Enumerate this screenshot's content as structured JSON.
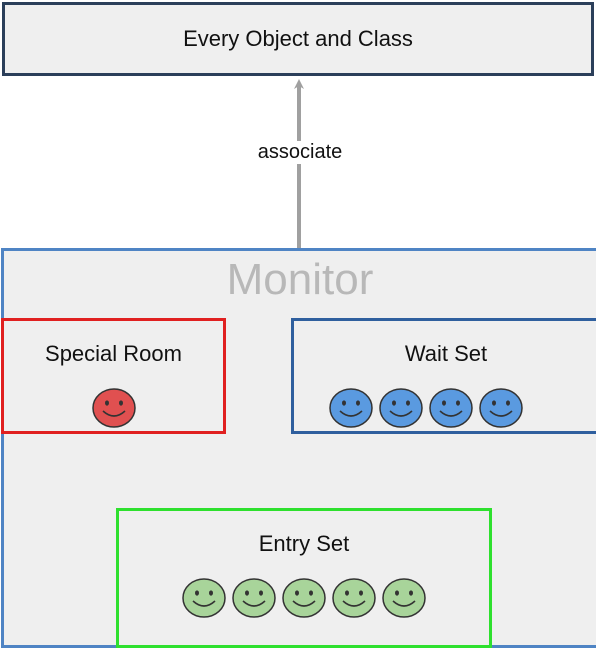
{
  "top_box": {
    "label": "Every Object and Class"
  },
  "connector": {
    "label": "associate"
  },
  "monitor": {
    "title": "Monitor"
  },
  "special_room": {
    "label": "Special Room",
    "count": 1,
    "color": "#e05050"
  },
  "wait_set": {
    "label": "Wait Set",
    "count": 4,
    "color": "#5a9ae0"
  },
  "entry_set": {
    "label": "Entry Set",
    "count": 5,
    "color": "#a8d49a"
  },
  "colors": {
    "top_border": "#2b3f5a",
    "monitor_border": "#4f84c4",
    "special_border": "#e02020",
    "wait_border": "#2f5f9e",
    "entry_border": "#2ee02e",
    "arrow": "#a0a0a0"
  },
  "icons": {
    "person": "smiley-face-icon",
    "arrow": "double-arrow-icon"
  }
}
